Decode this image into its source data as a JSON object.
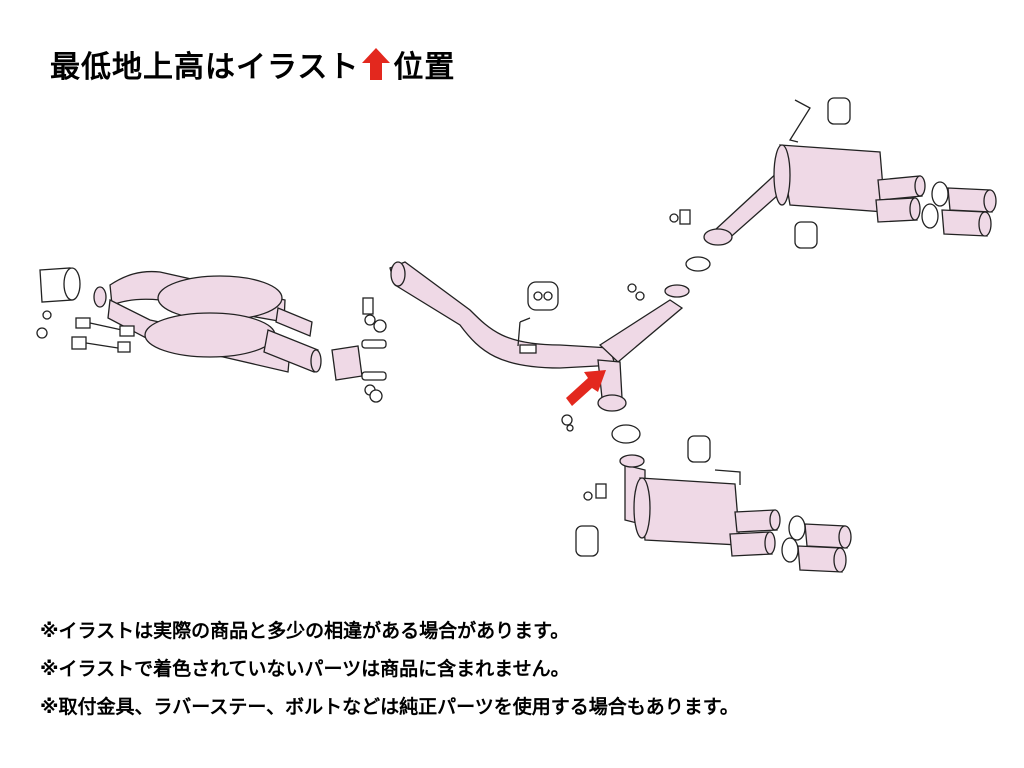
{
  "header": {
    "title_prefix": "最低地上高はイラスト",
    "title_suffix": "位置",
    "arrow_color": "#e3281e"
  },
  "diagram": {
    "pipe_fill": "#efd9e6",
    "outline": "#222222",
    "marker_color": "#e3281e"
  },
  "notes": [
    "※イラストは実際の商品と多少の相違がある場合があります。",
    "※イラストで着色されていないパーツは商品に含まれません。",
    "※取付金具、ラバーステー、ボルトなどは純正パーツを使用する場合もあります。"
  ]
}
